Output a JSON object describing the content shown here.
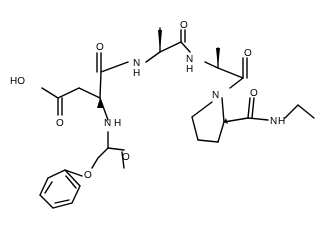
{
  "molecule": {
    "atom_labels": {
      "ho": "HO",
      "acid_o": "O",
      "glu_co": "O",
      "ala1_co": "O",
      "n1": "N",
      "h1": "H",
      "n2": "N",
      "h2": "H",
      "n3": "N",
      "h3": "H",
      "ala2_co": "O",
      "pro_n": "N",
      "cbz_o": "O",
      "cbz_o_ester": "O",
      "amide_o": "O",
      "n_ethyl": "N",
      "h_ethyl": "H"
    }
  }
}
